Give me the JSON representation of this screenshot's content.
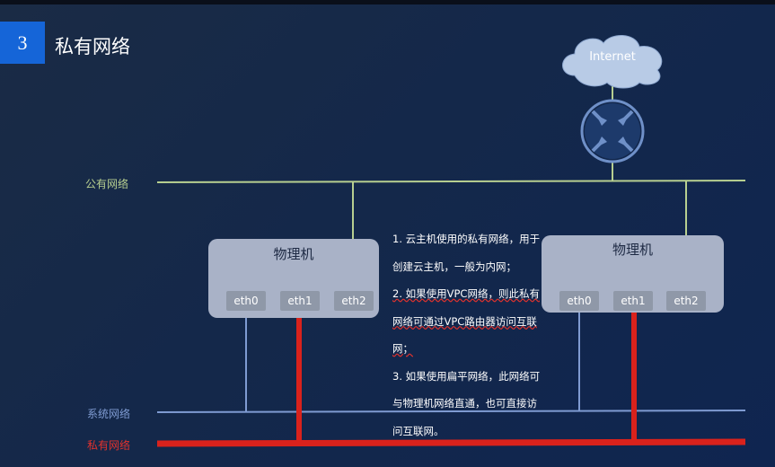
{
  "header": {
    "section_number": "3",
    "title": "私有网络"
  },
  "networks": {
    "public": "公有网络",
    "system": "系统网络",
    "private": "私有网络"
  },
  "cloud": {
    "label": "Internet"
  },
  "hosts": [
    {
      "title": "物理机",
      "nics": [
        "eth0",
        "eth1",
        "eth2"
      ]
    },
    {
      "title": "物理机",
      "nics": [
        "eth0",
        "eth1",
        "eth2"
      ]
    }
  ],
  "notes": {
    "line1": "1. 云主机使用的私有网络，用于创建云主机，一般为内网；",
    "line2": "2. 如果使用VPC网络，则此私有网络可通过VPC路由器访问互联网；",
    "line3": "3. 如果使用扁平网络，此网络可与物理机网络直通，也可直接访问互联网。"
  },
  "colors": {
    "background": "#14284a",
    "public_line": "#b7cf90",
    "system_line": "#7f9bd2",
    "private_line": "#d9221c",
    "accent": "#1565d8"
  },
  "icons": {
    "cloud": "cloud-icon",
    "router": "router-icon"
  }
}
